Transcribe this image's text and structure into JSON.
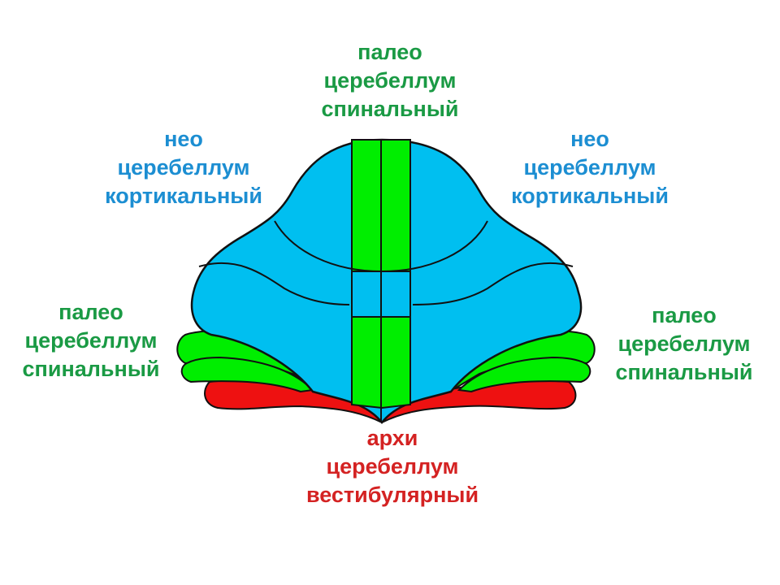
{
  "colors": {
    "neo": "#00bff0",
    "paleo": "#00ee00",
    "archi": "#ee1111",
    "paleo_text": "#1a9a44",
    "neo_text": "#1c8ed2",
    "archi_text": "#d42222"
  },
  "labels": {
    "paleo_top": [
      "палео",
      "церебеллум",
      "спинальный"
    ],
    "neo_left": [
      "нео",
      "церебеллум",
      "кортикальный"
    ],
    "neo_right": [
      "нео",
      "церебеллум",
      "кортикальный"
    ],
    "paleo_left": [
      "палео",
      "церебеллум",
      "спинальный"
    ],
    "paleo_right": [
      "палео",
      "церебеллум",
      "спинальный"
    ],
    "archi_bottom": [
      "архи",
      "церебеллум",
      "вестибулярный"
    ]
  }
}
